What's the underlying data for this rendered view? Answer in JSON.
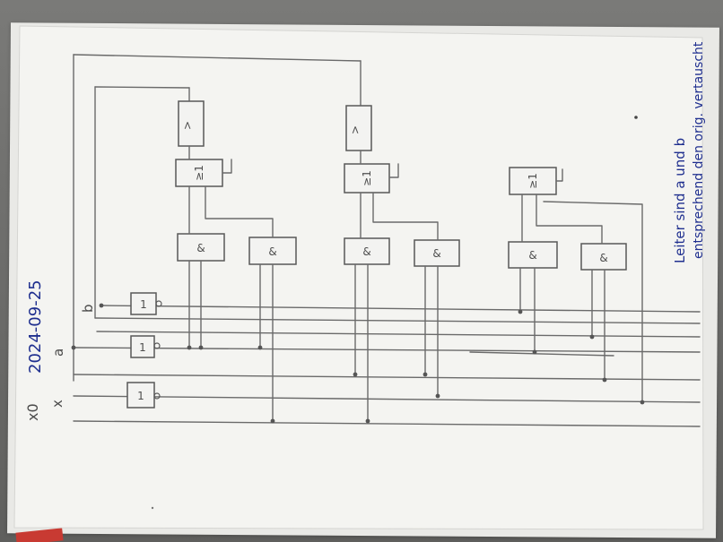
{
  "photo": {
    "date": "2024-09-25",
    "note_line1": "Leiter sind a und b",
    "note_line2": "entsprechend den orig. vertauscht",
    "labels": {
      "x0": "x0",
      "x": "x",
      "a": "a",
      "b": "b"
    },
    "gate_labels": {
      "and": "&",
      "or": "≥1",
      "not": "1",
      "buffer_left": ">"
    },
    "colors": {
      "ink": "#1f2f8f",
      "pencil": "#6a6a6a",
      "paper": "#f4f4f1"
    }
  }
}
